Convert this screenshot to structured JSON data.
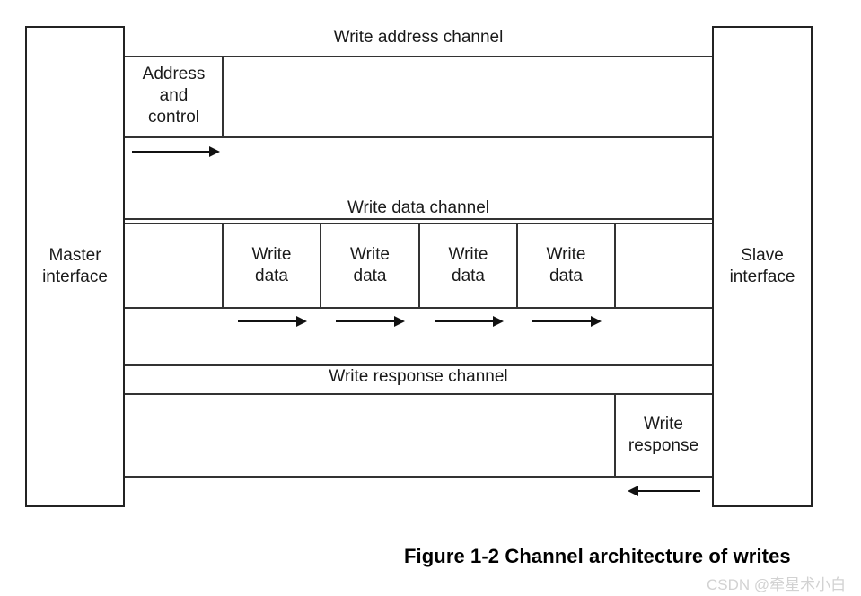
{
  "figure": {
    "caption": "Figure 1-2 Channel architecture of writes",
    "watermark": "CSDN @牵星术小白"
  },
  "interfaces": {
    "master": {
      "label": "Master\ninterface"
    },
    "slave": {
      "label": "Slave\ninterface"
    }
  },
  "channels": [
    {
      "id": "write-address-channel",
      "title": "Write address channel",
      "cells": [
        {
          "label": "Address\nand\ncontrol"
        }
      ],
      "arrows": [
        {
          "direction": "right"
        }
      ]
    },
    {
      "id": "write-data-channel",
      "title": "Write data channel",
      "cells": [
        {
          "label": "Write\ndata"
        },
        {
          "label": "Write\ndata"
        },
        {
          "label": "Write\ndata"
        },
        {
          "label": "Write\ndata"
        }
      ],
      "arrows": [
        {
          "direction": "right"
        },
        {
          "direction": "right"
        },
        {
          "direction": "right"
        },
        {
          "direction": "right"
        }
      ]
    },
    {
      "id": "write-response-channel",
      "title": "Write response channel",
      "cells": [
        {
          "label": "Write\nresponse"
        }
      ],
      "arrows": [
        {
          "direction": "left"
        }
      ]
    }
  ],
  "colors": {
    "stroke": "#333333",
    "box_stroke": "#232323",
    "text": "#1a1a1a",
    "caption": "#000000",
    "watermark": "#d2d2d2",
    "background": "#ffffff"
  }
}
